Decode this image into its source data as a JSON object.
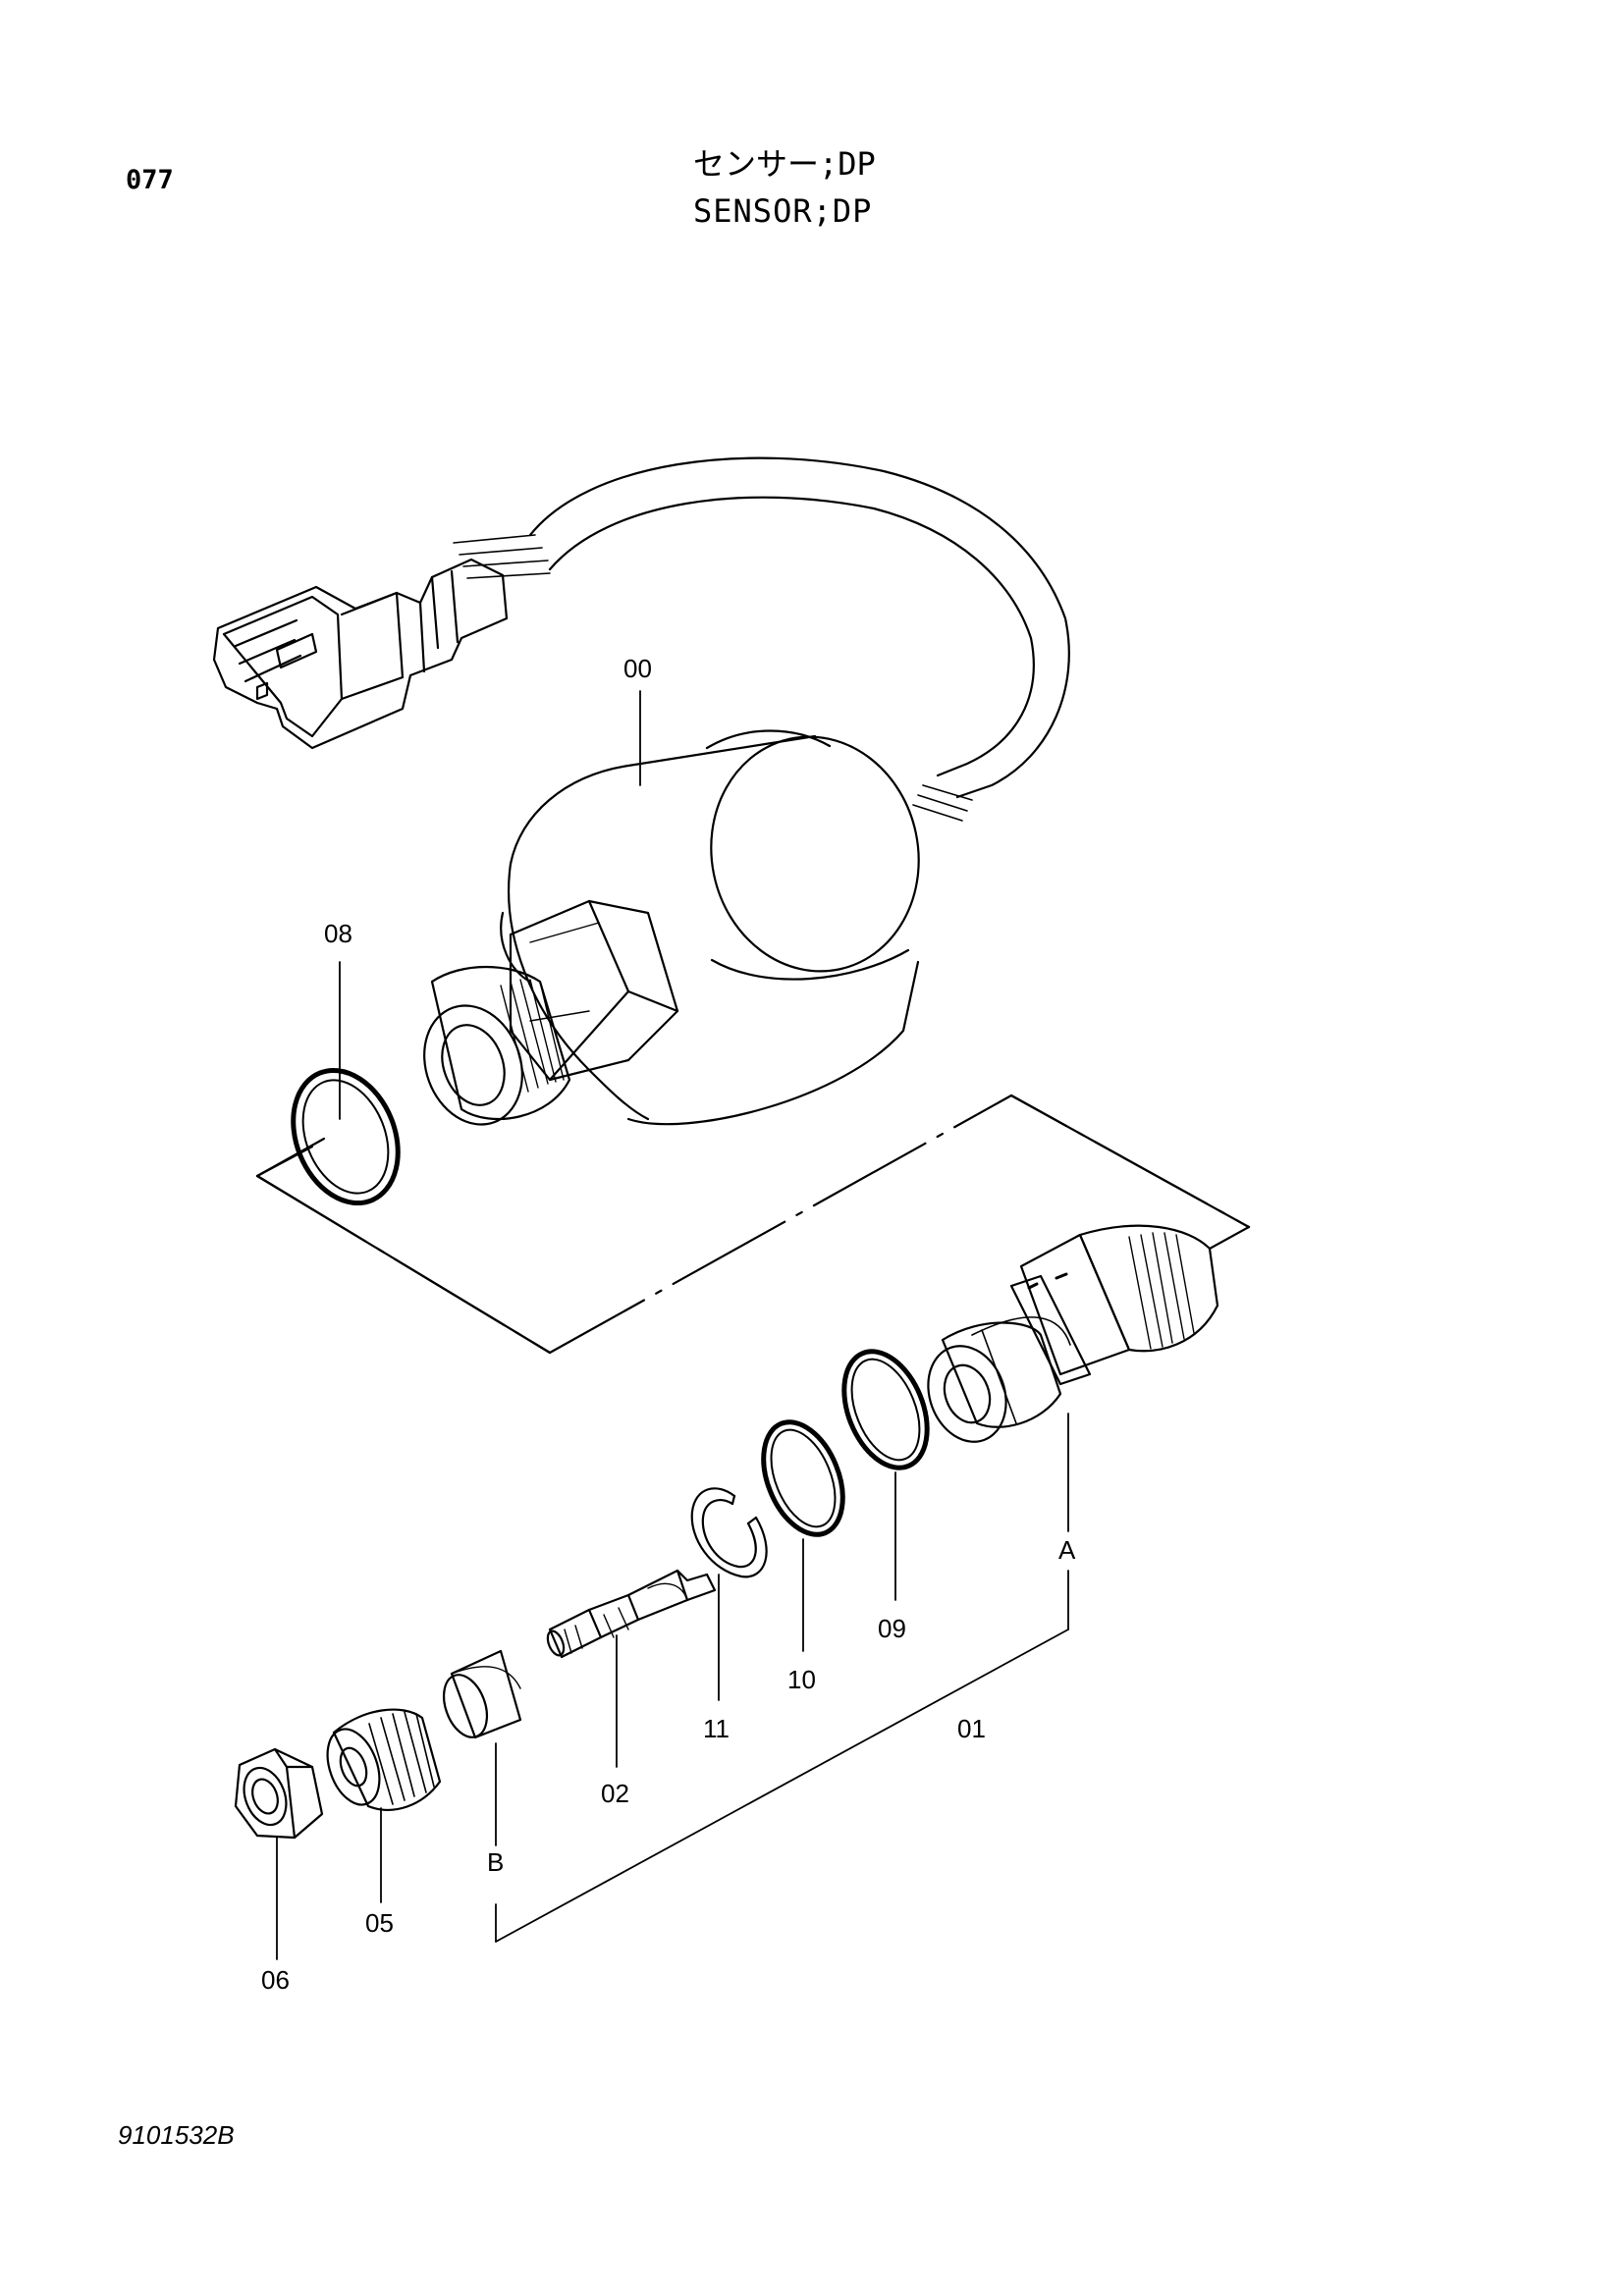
{
  "header": {
    "page_number": "077",
    "title_jp": "センサー;DP",
    "title_en": "SENSOR;DP"
  },
  "footer": {
    "drawing_number": "9101532B"
  },
  "callouts": {
    "c00": "00",
    "c01": "01",
    "c02": "02",
    "c05": "05",
    "c06": "06",
    "c08": "08",
    "c09": "09",
    "c10": "10",
    "c11": "11",
    "cA": "A",
    "cB": "B"
  }
}
